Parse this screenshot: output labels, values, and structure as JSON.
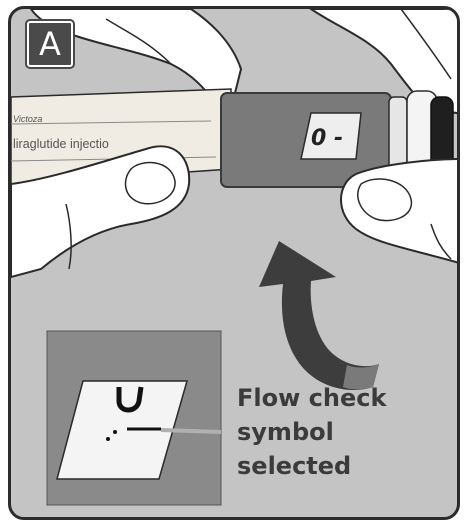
{
  "step": {
    "label": "A"
  },
  "pen": {
    "brand_text": "Victoza",
    "drug_label": "liraglutide injectio",
    "dose_window_text": "0 -"
  },
  "caption": {
    "line1": "Flow check",
    "line2": "symbol",
    "line3": "selected"
  },
  "icons": {
    "rotation": "curved-rotate-arrow-icon",
    "inset": "dose-selector-closeup-icon"
  },
  "colors": {
    "background": "#c4c4c4",
    "arrow": "#3d3d3d",
    "pen_body": "#7a7a7a",
    "inset_bg": "#8a8a8a"
  }
}
